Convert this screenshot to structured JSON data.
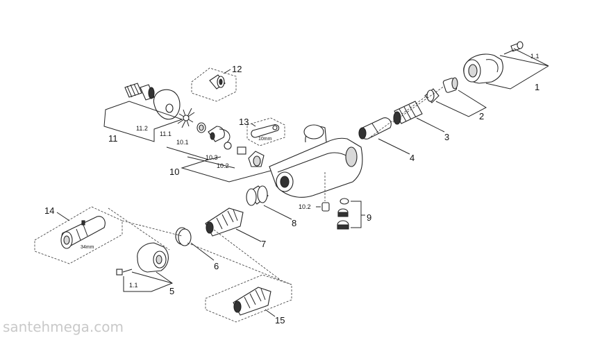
{
  "labels": {
    "l1": "1",
    "l1_1": "1.1",
    "l2": "2",
    "l3": "3",
    "l4": "4",
    "l5": "5",
    "l5_1": "1.1",
    "l6": "6",
    "l7": "7",
    "l8": "8",
    "l9": "9",
    "l10": "10",
    "l10_1": "10.1",
    "l10_2": "10.2",
    "l10_3": "10.3",
    "l10_2b": "10.2",
    "l11": "11",
    "l11_1": "11.1",
    "l11_2": "11.2",
    "l12": "12",
    "l13": "13",
    "l13_size": "10mm",
    "l14": "14",
    "l14_size": "34mm",
    "l15": "15"
  },
  "watermark": "santehmega.com",
  "colors": {
    "line": "#222222",
    "watermark": "#c9c9c9"
  }
}
